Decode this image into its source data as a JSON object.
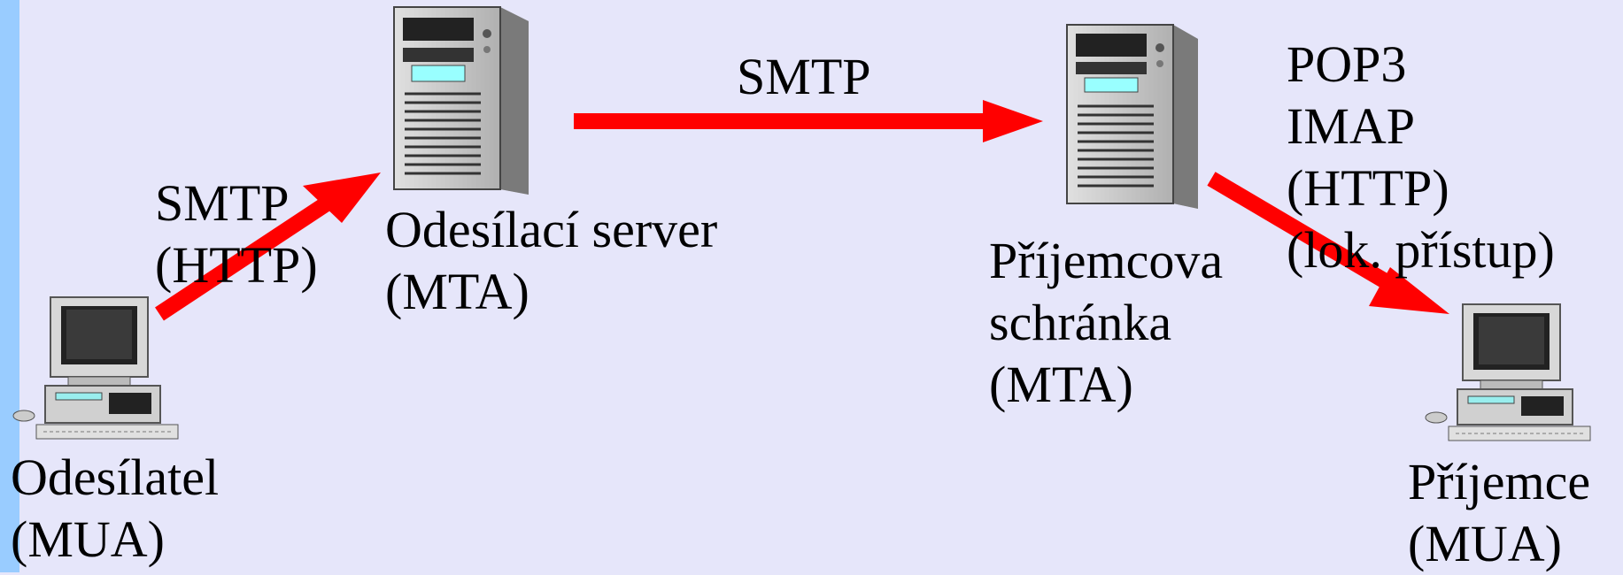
{
  "colors": {
    "background": "#e6e6fa",
    "left_bar": "#99ccff",
    "arrow": "#ff0000"
  },
  "nodes": {
    "sender": {
      "icon": "desktop-computer-icon",
      "lines": [
        "Odesílatel",
        "(MUA)"
      ]
    },
    "sending_server": {
      "icon": "tower-server-icon",
      "lines": [
        "Odesílací server",
        "(MTA)"
      ]
    },
    "recipient_mailbox": {
      "icon": "tower-server-icon",
      "lines": [
        "Příjemcova",
        "schránka",
        "(MTA)"
      ]
    },
    "recipient": {
      "icon": "desktop-computer-icon",
      "lines": [
        "Příjemce",
        "(MUA)"
      ]
    }
  },
  "edges": {
    "sender_to_server": {
      "lines": [
        "SMTP",
        "(HTTP)"
      ]
    },
    "server_to_mailbox": {
      "lines": [
        "SMTP"
      ]
    },
    "mailbox_to_recipient": {
      "lines": [
        "POP3",
        "IMAP",
        "(HTTP)",
        "(lok. přístup)"
      ]
    }
  }
}
